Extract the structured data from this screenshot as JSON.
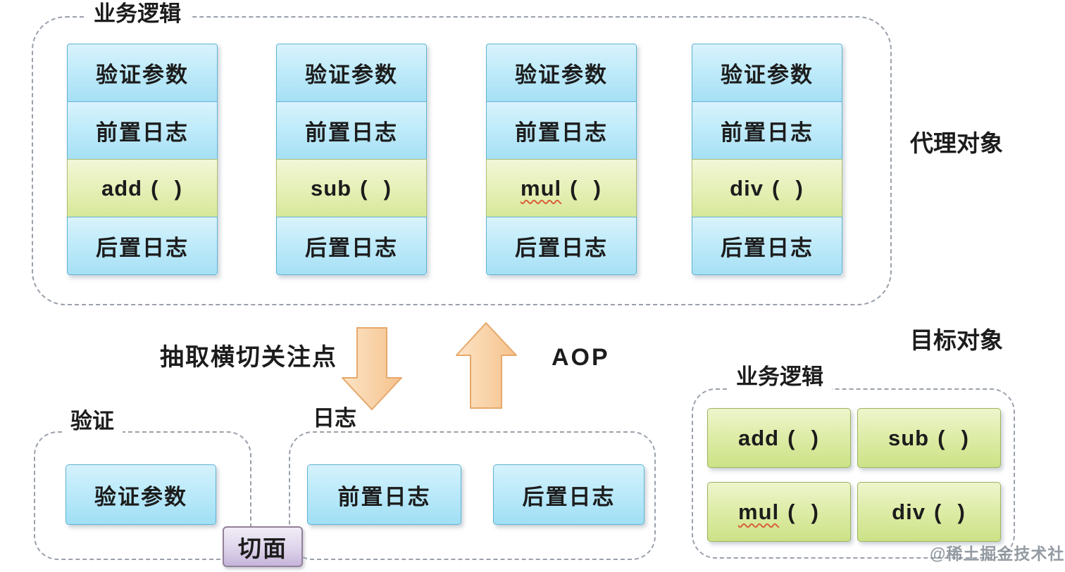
{
  "proxy_section": {
    "title": "业务逻辑",
    "side_label": "代理对象",
    "cell_labels": {
      "validate": "验证参数",
      "before_log": "前置日志",
      "after_log": "后置日志"
    },
    "parens": "(  )",
    "methods": [
      {
        "name": "add",
        "misspelled": false
      },
      {
        "name": "sub",
        "misspelled": false
      },
      {
        "name": "mul",
        "misspelled": true
      },
      {
        "name": "div",
        "misspelled": false
      }
    ]
  },
  "flow": {
    "extract_label": "抽取横切关注点",
    "aop_label": "AOP",
    "down_arrow_icon": "down-arrow",
    "up_arrow_icon": "up-arrow"
  },
  "aspects": {
    "validation": {
      "title": "验证",
      "item": "验证参数"
    },
    "log": {
      "title": "日志",
      "before": "前置日志",
      "after": "后置日志"
    },
    "badge": "切面"
  },
  "target_section": {
    "side_label": "目标对象",
    "title": "业务逻辑",
    "parens": "(  )",
    "methods": [
      {
        "name": "add",
        "misspelled": false
      },
      {
        "name": "sub",
        "misspelled": false
      },
      {
        "name": "mul",
        "misspelled": true
      },
      {
        "name": "div",
        "misspelled": false
      }
    ]
  },
  "watermark": "@稀土掘金技术社区",
  "colors": {
    "blue_box_top": "#d9f3fc",
    "blue_box_bottom": "#a6e0f4",
    "green_box_top": "#f2f7d8",
    "green_box_bottom": "#cce287",
    "purple_badge": "#c5b5da",
    "arrow_fill": "#f8cf9e",
    "arrow_border": "#e7a76a",
    "dashed_border": "#9aa1ab",
    "misspell_underline": "#d9603a",
    "text": "#1c1c1c"
  }
}
